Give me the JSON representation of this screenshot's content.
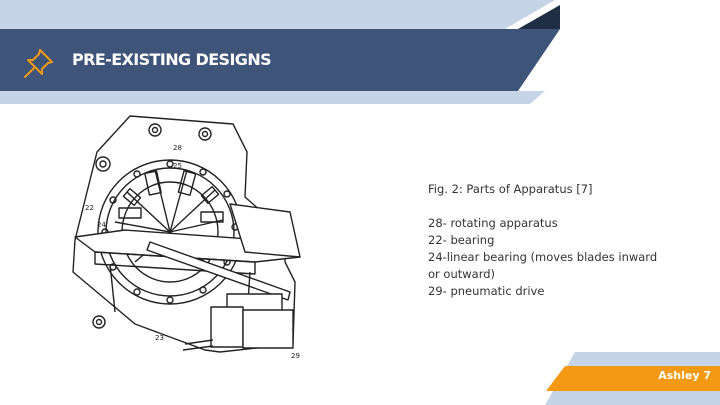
{
  "slide": {
    "title": "PRE-EXISTING DESIGNS",
    "caption_title": "Fig. 2: Parts of Apparatus [7]",
    "parts": [
      "28- rotating apparatus",
      "22- bearing",
      "24-linear bearing (moves blades inward or outward)",
      "29- pneumatic drive"
    ],
    "footer": "Ashley 7",
    "figure_labels": [
      "28",
      "25",
      "22",
      "24",
      "23",
      "29"
    ],
    "pin_icon": "pushpin-icon"
  },
  "colors": {
    "title_bar": "#3e5478",
    "light_band": "#c5d4e6",
    "accent_orange": "#f39a12",
    "text": "#333333"
  }
}
